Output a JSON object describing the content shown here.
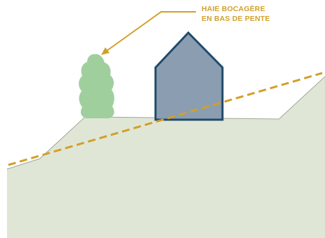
{
  "annotation": {
    "line1": "HAIE BOCAGÈRE",
    "line2": "EN BAS DE PENTE"
  },
  "colors": {
    "terrain": "#dfe6d5",
    "terrain_edge": "#9ea896",
    "hedge": "#9fcf9d",
    "house_fill": "#8b9db0",
    "house_stroke": "#1f4a6b",
    "slope_line": "#d29f2a",
    "annotation": "#d29f2a"
  },
  "icons": {
    "hedge": "bush-shape",
    "house": "house-silhouette"
  }
}
